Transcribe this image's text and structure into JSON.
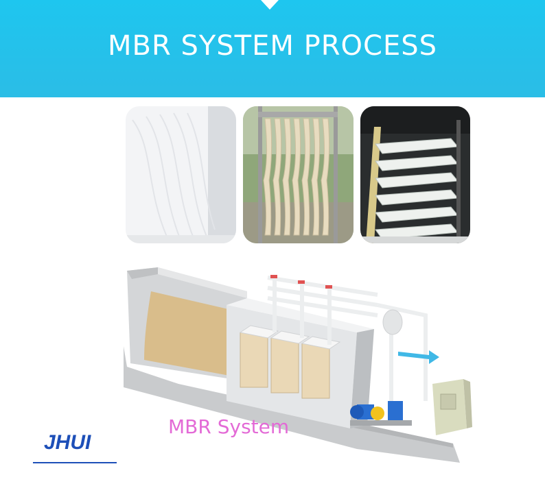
{
  "banner": {
    "title": "MBR SYSTEM PROCESS"
  },
  "photos": [
    {
      "icon": "flat-sheet-membrane-photo"
    },
    {
      "icon": "hanging-membrane-modules-photo"
    },
    {
      "icon": "membrane-rack-in-tank-photo"
    }
  ],
  "diagram": {
    "icon": "mbr-tank-process-illustration"
  },
  "caption": "MBR System",
  "logo": {
    "brand": "JHUI"
  },
  "colors": {
    "banner": "#1ec6ef",
    "caption": "#e36ad6",
    "logo": "#1d4fb8"
  }
}
